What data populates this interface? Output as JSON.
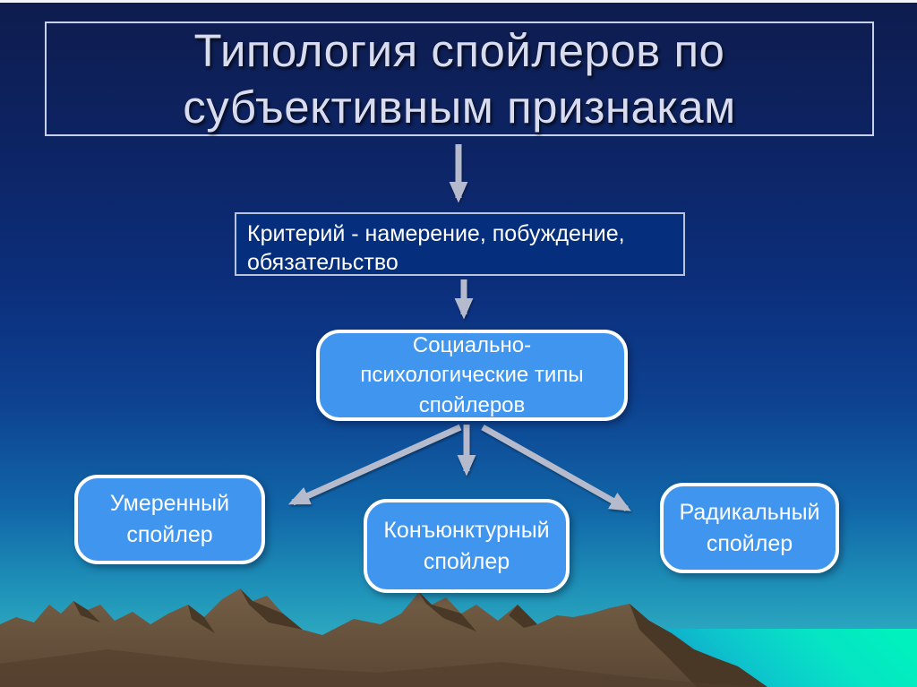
{
  "slide": {
    "title": "Типология спойлеров по\nсубъективным признакам",
    "criterion": "Критерий -  намерение, побуждение, обязательство",
    "root_node": "Социально-\nпсихологические типы\nспойлеров",
    "leaves": [
      {
        "label": "Умеренный\nспойлер"
      },
      {
        "label": "Конъюнктурный\nспойлер"
      },
      {
        "label": "Радикальный\nспойлер"
      }
    ],
    "colors": {
      "node_fill": "#4095ef",
      "node_border": "#ffffff",
      "criterion_fill": "#052e7d",
      "arrow": "#b5bbcc",
      "title_text": "#d9dcef",
      "body_text": "#ffffff",
      "sky_top": "#0e1c4e",
      "sky_bottom": "#3cbcca",
      "sea_bright": "#00f0be",
      "sea_deep": "#1595cd",
      "mountain_light": "#745e46",
      "mountain_dark": "#4a3827"
    }
  }
}
